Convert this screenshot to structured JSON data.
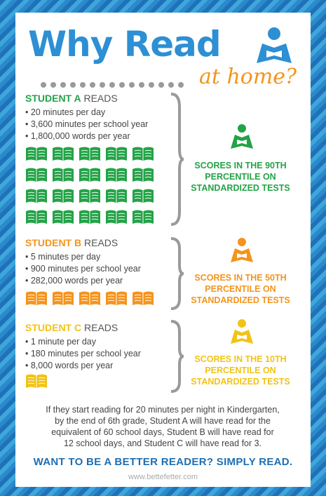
{
  "header": {
    "title": "Why Read",
    "subtitle": "at home?"
  },
  "students": [
    {
      "name": "STUDENT A",
      "reads": "READS",
      "facts": [
        "20 minutes per day",
        "3,600 minutes per school year",
        "1,800,000 words per year"
      ],
      "book_count": 20,
      "result": [
        "SCORES IN THE 90TH",
        "PERCENTILE ON",
        "STANDARDIZED TESTS"
      ],
      "color": "#23a347"
    },
    {
      "name": "STUDENT B",
      "reads": "READS",
      "facts": [
        "5 minutes per day",
        "900 minutes per school year",
        "282,000 words per year"
      ],
      "book_count": 5,
      "result": [
        "SCORES IN THE 50TH",
        "PERCENTILE ON",
        "STANDARDIZED TESTS"
      ],
      "color": "#f4941c"
    },
    {
      "name": "STUDENT C",
      "reads": "READS",
      "facts": [
        "1 minute per day",
        "180 minutes per school year",
        "8,000 words per year"
      ],
      "book_count": 1,
      "result": [
        "SCORES IN THE 10TH",
        "PERCENTILE ON",
        "STANDARDIZED TESTS"
      ],
      "color": "#f2c315"
    }
  ],
  "footer": {
    "lines": [
      "If they start reading for 20 minutes per night in Kindergarten,",
      "by the end of 6th grade, Student A will have read for the",
      "equivalent of 60 school days, Student B will have read for",
      "12 school days, and Student C will have read for 3."
    ],
    "cta": "WANT TO BE A BETTER READER? SIMPLY READ.",
    "site": "www.bettefetter.com"
  },
  "colors": {
    "brand_blue": "#2d8fd4",
    "orange": "#f4941c",
    "green": "#23a347",
    "yellow": "#f2c315"
  },
  "icons": [
    "reader-icon",
    "book-icon",
    "brace-icon"
  ]
}
